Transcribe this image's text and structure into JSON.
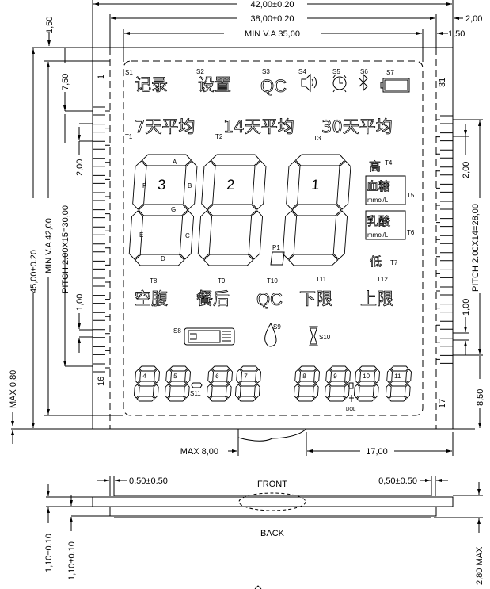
{
  "dimensions": {
    "overall_width": "42,00±0.20",
    "glass_width": "38,00±0.20",
    "view_width": "MIN V.A 35,00",
    "right_offset": "2,00",
    "right_view_offset": "1,50",
    "top_offset": "1,50",
    "top_view_offset": "7,50",
    "overall_height": "45,00±0.20",
    "view_height": "MIN V.A 42,00",
    "left_pitch": "PITCH 2.00X15=30,00",
    "left_pad_pitch": "2,00",
    "left_pad_width": "1,00",
    "right_pitch": "PITCH 2.00X14=28,00",
    "right_pad_pitch": "2,00",
    "right_pad_width": "1,00",
    "right_bottom_offset": "8,50",
    "max_left": "MAX 0,80",
    "tail_width": "MAX 8,00",
    "tail_offset": "17,00",
    "polarizer_left": "0,50±0.50",
    "polarizer_right": "0,50±0.50",
    "glass_thickness_1": "1,10±0.10",
    "glass_thickness_2": "1,10±0.10",
    "total_thickness": "2,80 MAX"
  },
  "pins": {
    "first": "1",
    "left_last": "16",
    "right_first": "17",
    "last": "31"
  },
  "side_view": {
    "front": "FRONT",
    "back": "BACK"
  },
  "row1": {
    "s1": "S1",
    "record": "记录",
    "s2": "S2",
    "settings": "设置",
    "s3": "S3",
    "qc": "QC",
    "s4": "S4",
    "s5": "S5",
    "s6": "S6",
    "s7": "S7"
  },
  "row2": {
    "t1": "T1",
    "avg7": "7天平均",
    "t2": "T2",
    "avg14": "14天平均",
    "t3": "T3",
    "avg30": "30天平均"
  },
  "big_digits": {
    "labels": [
      "3",
      "2",
      "1"
    ],
    "segments": {
      "a": "A",
      "b": "B",
      "c": "C",
      "d": "D",
      "e": "E",
      "f": "F",
      "g": "G"
    },
    "p1": "P1"
  },
  "right_column": {
    "high": "高",
    "t4": "T4",
    "glucose": "血糖",
    "unit1": "mmol/L",
    "t5": "T5",
    "lactate": "乳酸",
    "unit2": "mmol/L",
    "t6": "T6",
    "low": "低",
    "t7": "T7"
  },
  "row3": {
    "t8": "T8",
    "fasting": "空腹",
    "t9": "T9",
    "after_meal": "餐后",
    "t10": "T10",
    "qc": "QC",
    "t11": "T11",
    "lower_limit": "下限",
    "t12": "T12",
    "upper_limit": "上限"
  },
  "row4": {
    "s8": "S8",
    "s9": "S9",
    "s10": "S10"
  },
  "small_digits": {
    "labels": [
      "4",
      "5",
      "6",
      "7",
      "8",
      "9",
      "10",
      "11"
    ],
    "s11": "S11",
    "col": "DOL"
  }
}
